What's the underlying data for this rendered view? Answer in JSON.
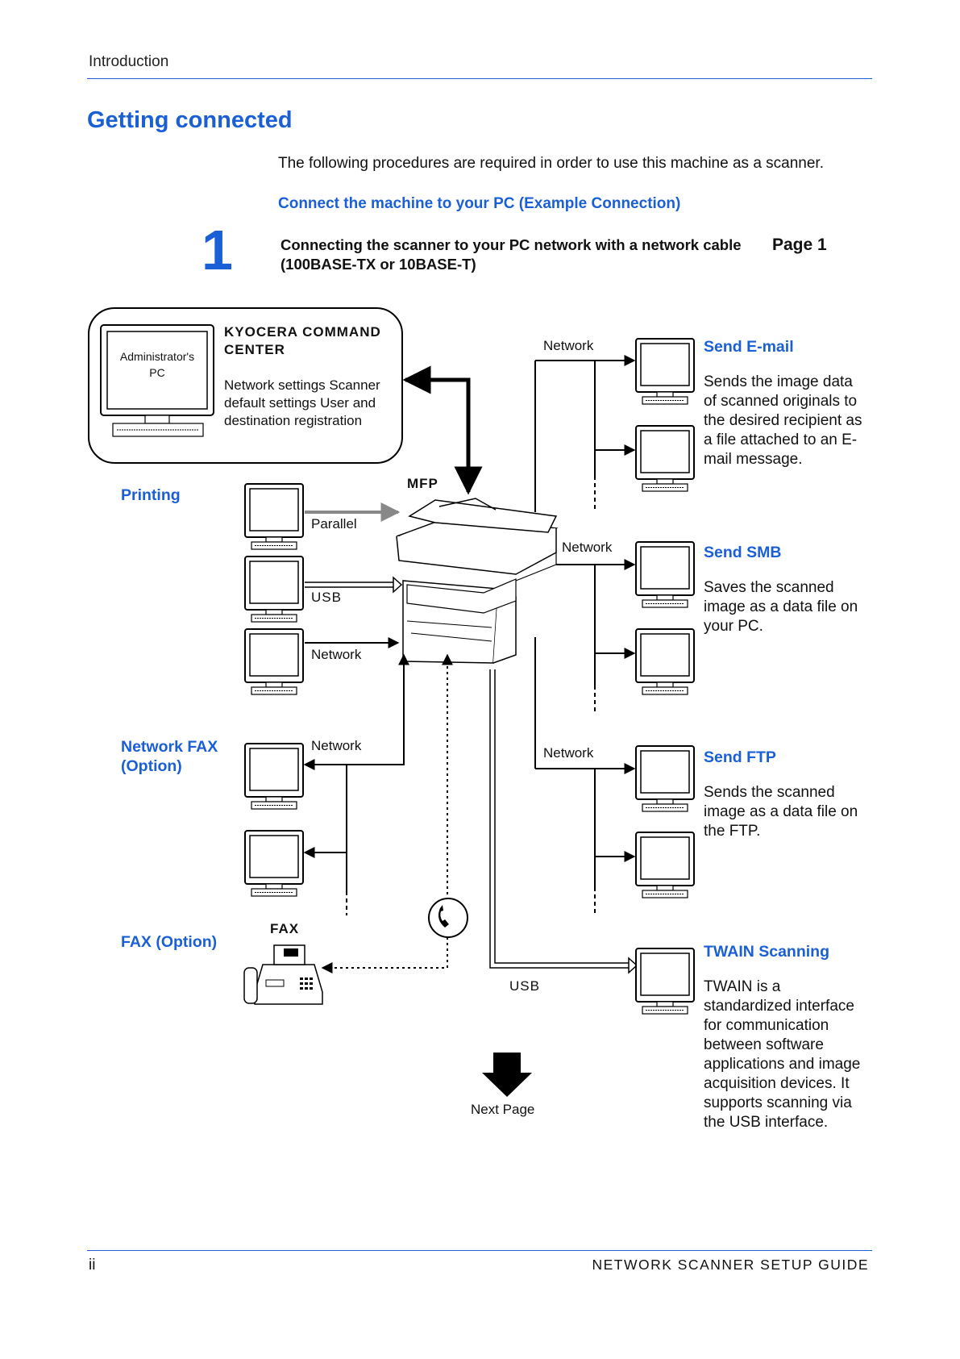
{
  "header": {
    "section": "Introduction"
  },
  "page_title": "Getting connected",
  "intro_text": "The following procedures are required in order to use this machine as a scanner.",
  "subheading": "Connect the machine to your PC (Example Connection)",
  "step": {
    "number": "1",
    "text": "Connecting the scanner to your PC network with a network cable (100BASE-TX or 10BASE-T)",
    "page_ref": "Page 1"
  },
  "admin_box": {
    "pc_label_line1": "Administrator's",
    "pc_label_line2": "PC",
    "title_line1": "KYOCERA COMMAND",
    "title_line2": "CENTER",
    "description": "Network settings Scanner default settings User and destination registration"
  },
  "left_groups": {
    "printing": "Printing",
    "network_fax": "Network FAX (Option)",
    "fax": "FAX (Option)"
  },
  "connection_labels": {
    "parallel": "Parallel",
    "usb": "USB",
    "network": "Network",
    "mfp": "MFP",
    "fax_device": "FAX",
    "usb_bottom": "USB"
  },
  "functions": [
    {
      "title": "Send E-mail",
      "description": "Sends the image data of scanned originals to the desired recipient as a file attached to an E-mail message."
    },
    {
      "title": "Send SMB",
      "description": "Saves the scanned image as a data file on your PC."
    },
    {
      "title": "Send FTP",
      "description": "Sends the scanned image as a data file on the FTP."
    },
    {
      "title": "TWAIN Scanning",
      "description": "TWAIN is a standardized interface for communication between software applications and image acquisition devices. It supports scanning via the USB interface."
    }
  ],
  "next_page": "Next Page",
  "footer": {
    "page_number": "ii",
    "guide_title": "NETWORK SCANNER SETUP GUIDE"
  },
  "colors": {
    "accent": "#1a5fd6",
    "text": "#111111",
    "rule": "#1a5fd6"
  }
}
